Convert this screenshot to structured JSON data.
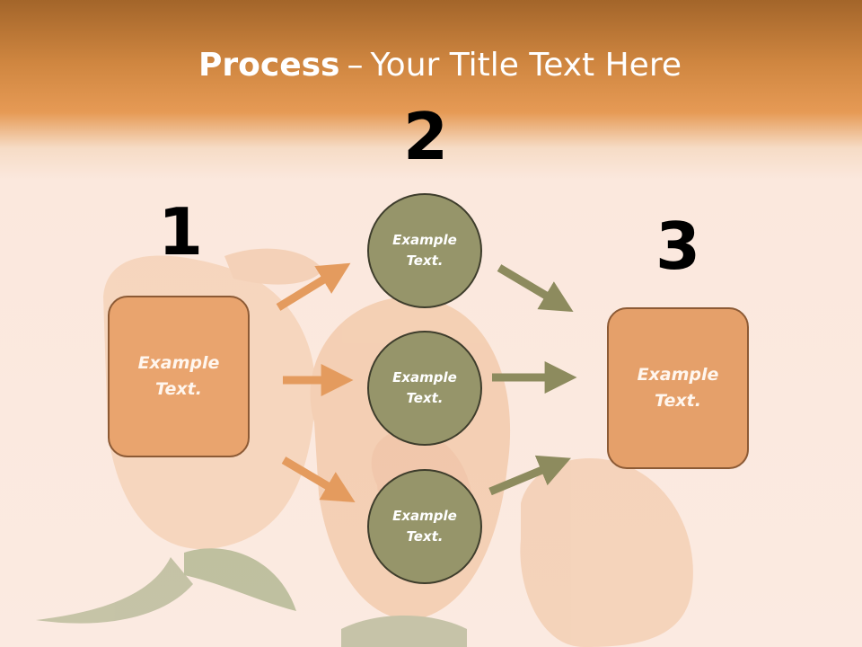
{
  "slide": {
    "title_bold": "Process",
    "title_dash": "–",
    "title_rest": "Your Title Text Here"
  },
  "steps": {
    "step1_number": "1",
    "step2_number": "2",
    "step3_number": "3"
  },
  "nodes": {
    "left_box_text": "Example Text.",
    "circle_top_text": "Example Text.",
    "circle_middle_text": "Example Text.",
    "circle_bottom_text": "Example Text.",
    "right_box_text": "Example Text."
  },
  "colors": {
    "header_orange": "#cf8640",
    "box_fill_left": "#e9a46e",
    "box_fill_right": "#e5a06a",
    "box_border": "#8c5a35",
    "circle_fill": "#96956a",
    "circle_border": "#3e3d2c",
    "arrow_orange": "#e49b5e",
    "arrow_olive": "#8d8b5e"
  },
  "icons": {
    "background": "rose-background-image",
    "arrows": "arrow-icon"
  }
}
